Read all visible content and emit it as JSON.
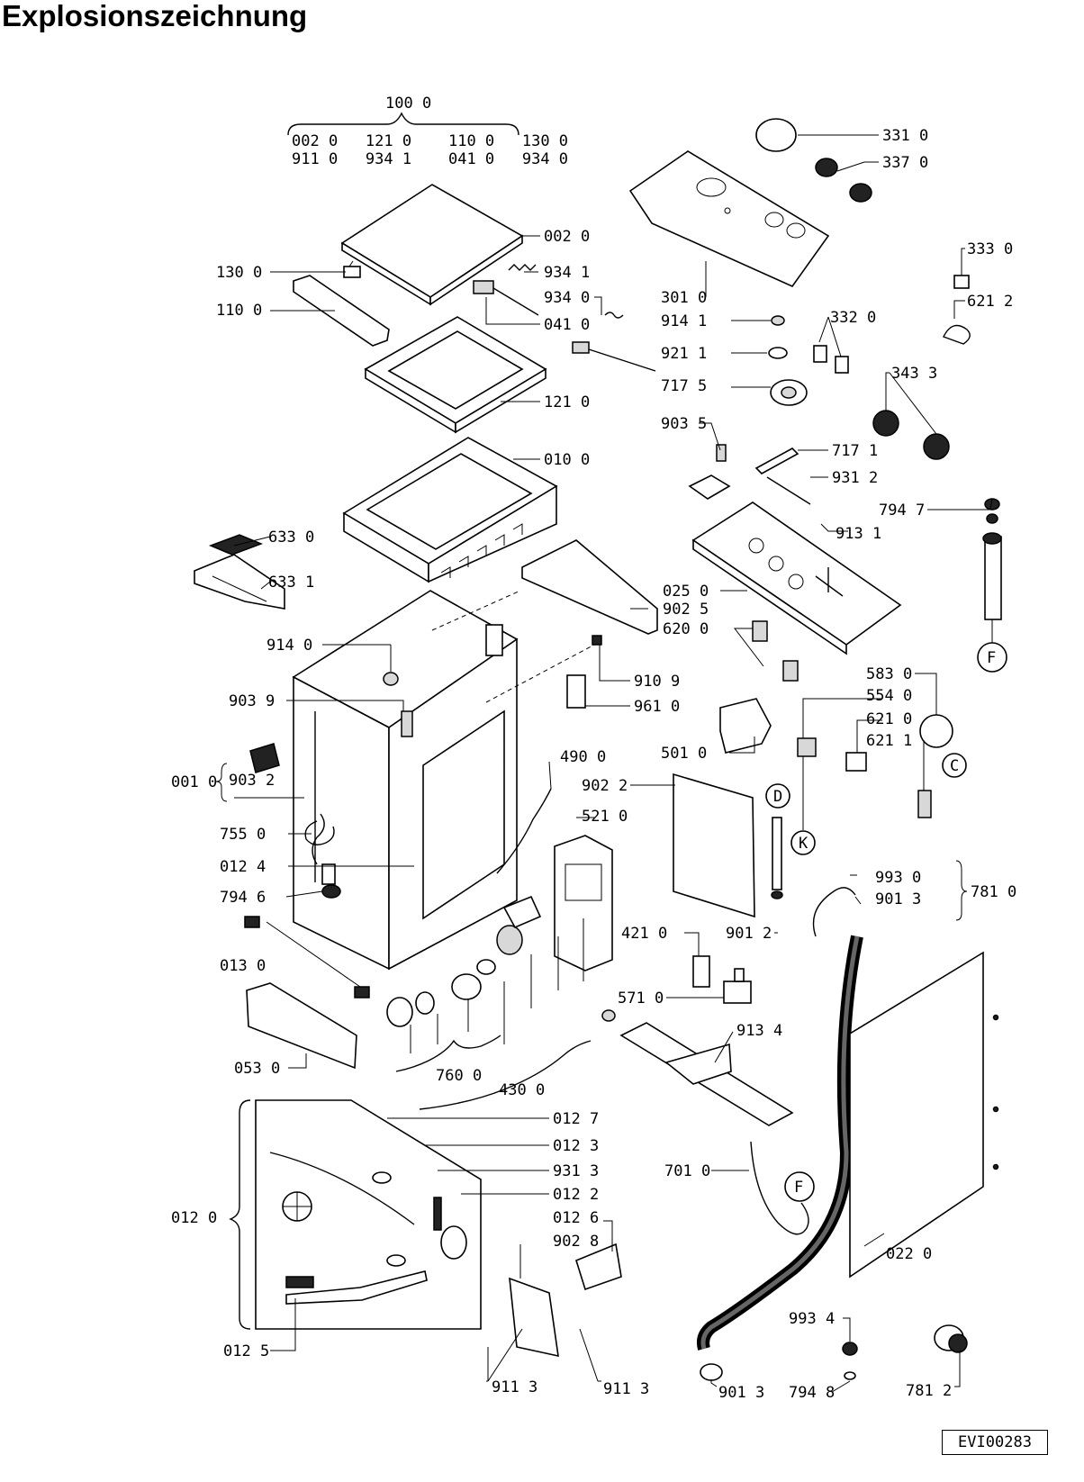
{
  "title": "Explosionszeichnung",
  "drawing_code": "EVI00283",
  "labels": {
    "group_100": "100 0",
    "group_row1": "002 0   121 0    110 0   130 0",
    "group_row2": "911 0   934 1    041 0   934 0",
    "l_0020": "002 0",
    "l_9341": "934 1",
    "l_9340": "934 0",
    "l_0410": "041 0",
    "l_1300": "130 0",
    "l_1100": "110 0",
    "l_1210": "121 0",
    "l_0100": "010 0",
    "l_6330": "633 0",
    "l_6331": "633 1",
    "l_9140": "914 0",
    "l_9039": "903 9",
    "l_0010": "001 0",
    "l_9032": "903 2",
    "l_7550": "755 0",
    "l_0124": "012 4",
    "l_7946": "794 6",
    "l_0130": "013 0",
    "l_0530": "053 0",
    "l_7600": "760 0",
    "l_4300": "430 0",
    "l_0127": "012 7",
    "l_0123": "012 3",
    "l_9313": "931 3",
    "l_0122": "012 2",
    "l_0126": "012 6",
    "l_9028": "902 8",
    "l_0120": "012 0",
    "l_0125": "012 5",
    "l_9113a": "911 3",
    "l_9113b": "911 3",
    "l_3310": "331 0",
    "l_3370": "337 0",
    "l_3010": "301 0",
    "l_3330": "333 0",
    "l_6212": "621 2",
    "l_9141": "914 1",
    "l_3320": "332 0",
    "l_9211": "921 1",
    "l_7175": "717 5",
    "l_3433": "343 3",
    "l_9035": "903 5",
    "l_7171": "717 1",
    "l_9312": "931 2",
    "l_7947": "794 7",
    "l_9131": "913 1",
    "l_0250": "025 0",
    "l_9025": "902 5",
    "l_6200": "620 0",
    "l_9109": "910 9",
    "l_9610": "961 0",
    "l_5830": "583 0",
    "l_5540": "554 0",
    "l_6210": "621 0",
    "l_6211": "621 1",
    "l_5010": "501 0",
    "l_4900": "490 0",
    "l_9022": "902 2",
    "l_5210": "521 0",
    "l_9930": "993 0",
    "l_9013a": "901 3",
    "l_7810": "781 0",
    "l_4210": "421 0",
    "l_9012": "901 2",
    "l_5710": "571 0",
    "l_9134": "913 4",
    "l_7010": "701 0",
    "l_0220": "022 0",
    "l_9934": "993 4",
    "l_9013b": "901 3",
    "l_7948": "794 8",
    "l_7812": "781 2",
    "m_F1": "F",
    "m_F2": "F",
    "m_C": "C",
    "m_K": "K",
    "m_D": "D"
  }
}
